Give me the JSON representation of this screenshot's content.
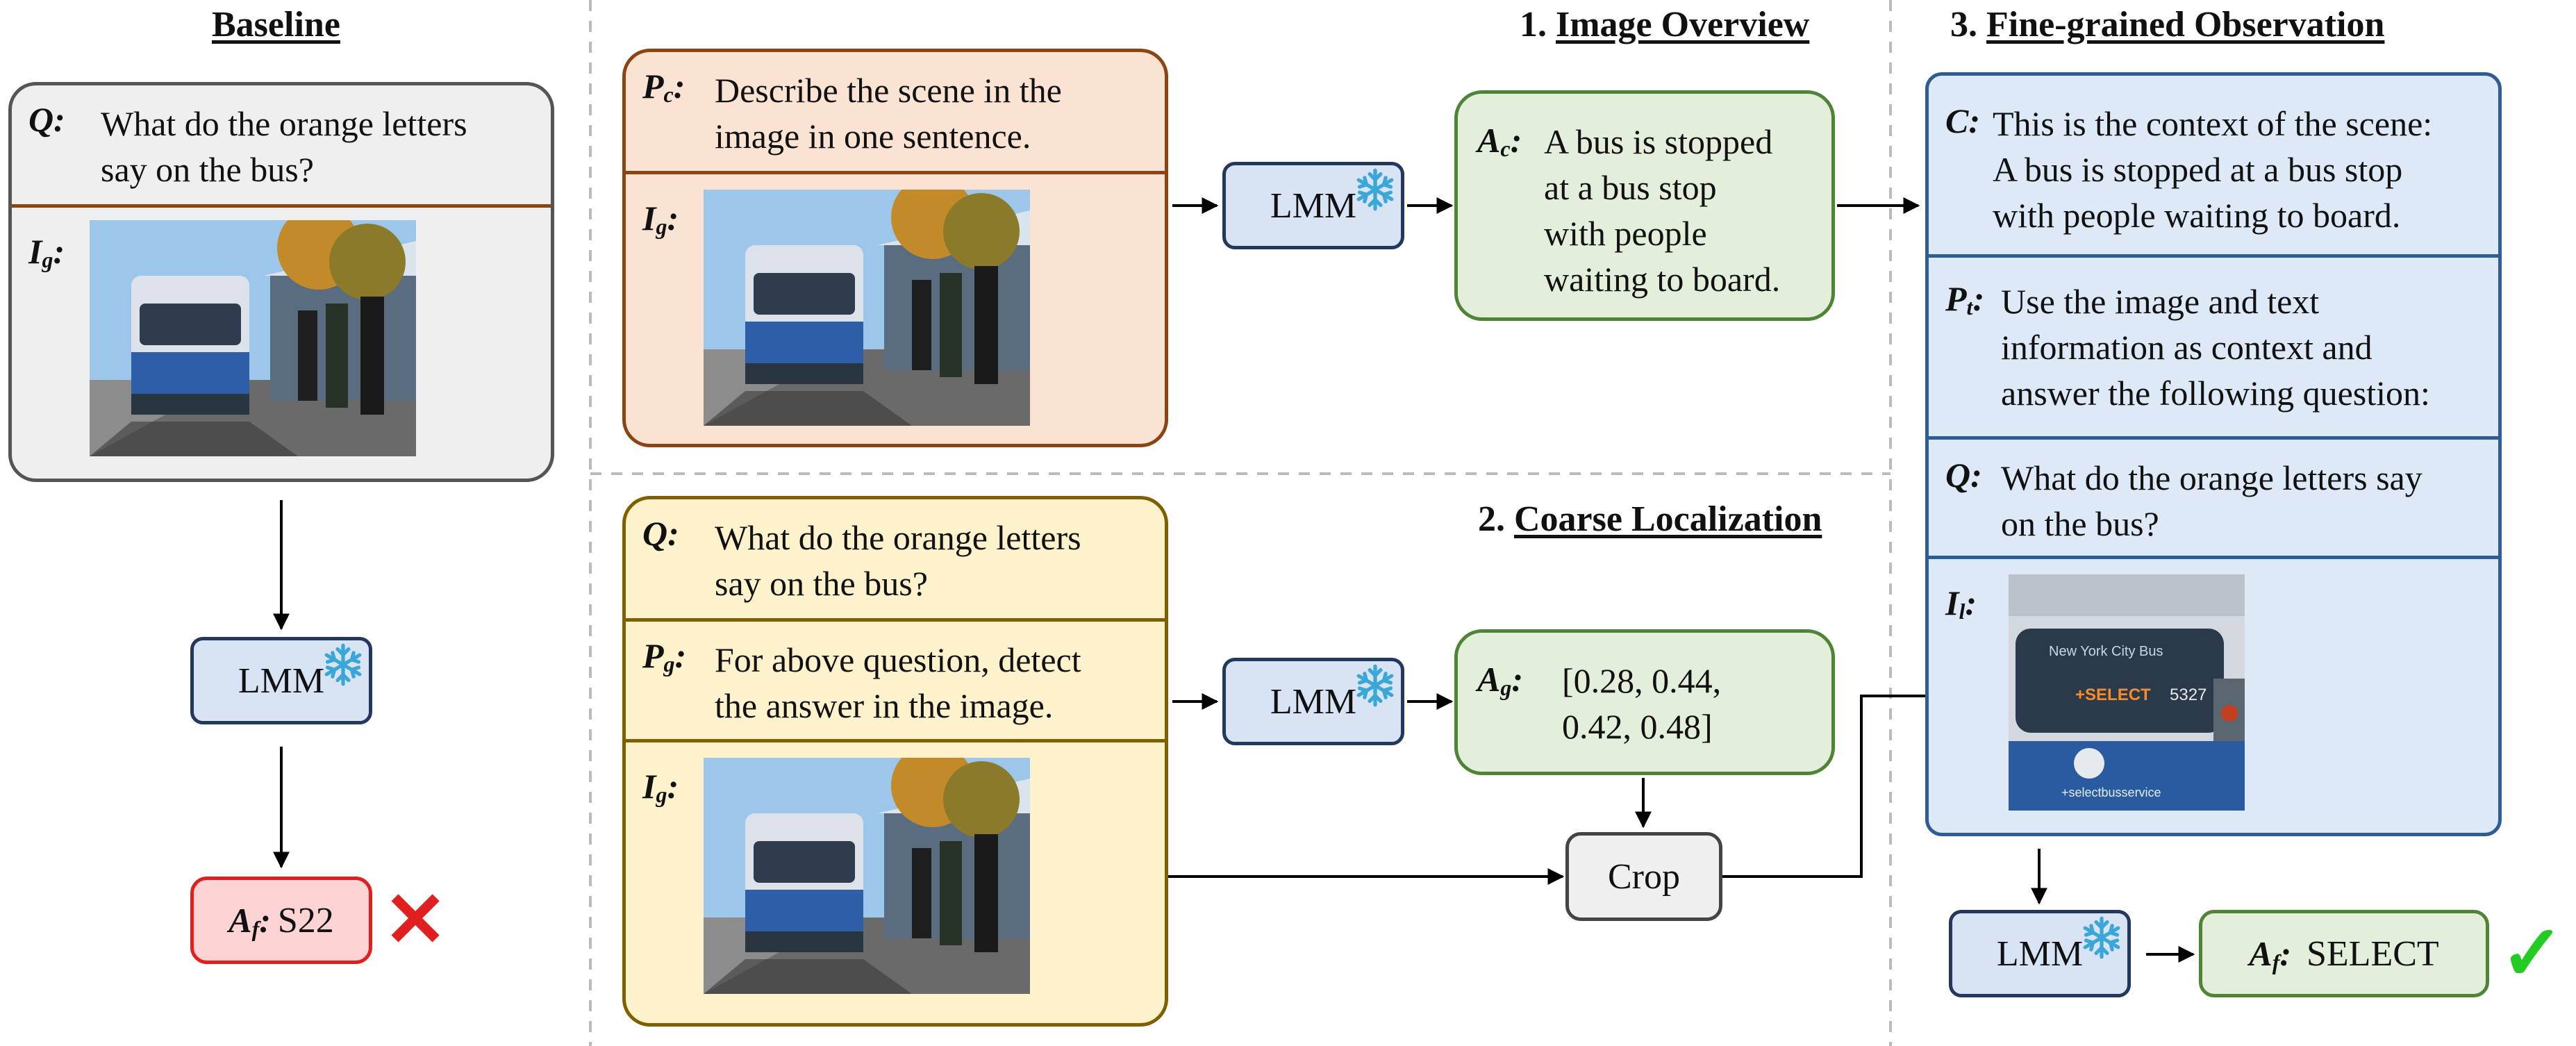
{
  "sections": {
    "baseline": "Baseline",
    "overview_num": "1.",
    "overview": "Image Overview",
    "localization_num": "2.",
    "localization": "Coarse Localization",
    "fine_num": "3.",
    "fine": "Fine-grained Observation"
  },
  "labels": {
    "Q": "Q",
    "I": "I",
    "P": "P",
    "A": "A",
    "C": "C",
    "sub_g": "g",
    "sub_c": "c",
    "sub_t": "t",
    "sub_l": "l",
    "sub_f": "f",
    "colon": ":"
  },
  "baseline": {
    "question": "What do the orange letters\nsay on the bus?",
    "answer": "S22",
    "result": "✕"
  },
  "overview": {
    "prompt": "Describe the scene in the\nimage in one sentence.",
    "answer": "A bus is stopped\nat a bus stop\nwith people\nwaiting to board."
  },
  "localization": {
    "question": "What do the orange letters\nsay on the bus?",
    "prompt": "For above question, detect\nthe answer in the image.",
    "answer": "[0.28, 0.44,\n0.42, 0.48]",
    "crop": "Crop"
  },
  "fine": {
    "context": "This is the context of the scene:\nA bus is stopped at a bus stop\nwith people waiting to board.",
    "prompt": "Use the image and text\ninformation as context and\nanswer the following question:",
    "question": "What do the orange letters say\non the bus?",
    "answer": "SELECT",
    "result": "✓",
    "bus_sign": "New York City Bus",
    "bus_select": "+SELECT",
    "bus_number": "5327",
    "bus_slogan": "+selectbusservice"
  },
  "lmm": "LMM",
  "colors": {
    "baseline_fill": "#efefef",
    "baseline_border": "#555555",
    "overview_fill": "#fbe3d4",
    "overview_border": "#8b4513",
    "question_fill": "#fef2cc",
    "question_border": "#7f6000",
    "fine_fill": "#dde9f6",
    "fine_border": "#2e5d94",
    "lmm_fill": "#d8e3f4",
    "answer_fill": "#e3efda",
    "answer_border": "#4f8436",
    "wrong_fill": "#fdd3d3",
    "wrong_border": "#e02020",
    "cross": "#e02020",
    "check": "#22cc22",
    "snowflake": "#3aa7d8"
  },
  "icons": [
    "snowflake-icon",
    "cross-icon",
    "check-icon",
    "arrow-icon"
  ]
}
